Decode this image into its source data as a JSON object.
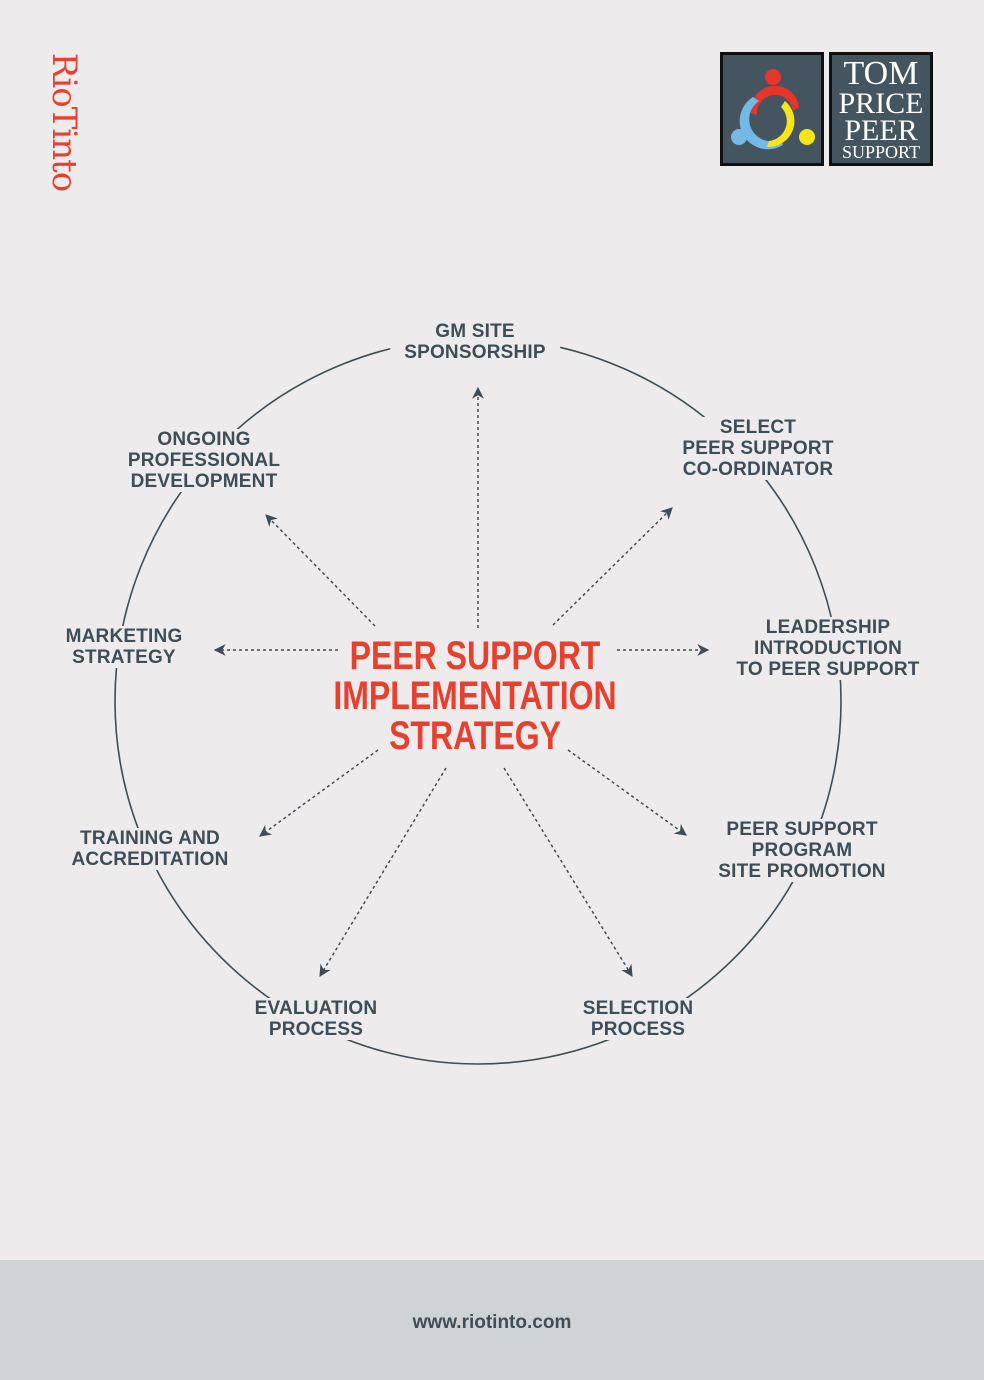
{
  "brand": {
    "name": "RioTinto",
    "color": "#e8402f"
  },
  "logo": {
    "lines": [
      "TOM",
      "PRICE",
      "PEER",
      "SUPPORT"
    ]
  },
  "center": {
    "lines": [
      "PEER SUPPORT",
      "IMPLEMENTATION",
      "STRATEGY"
    ]
  },
  "nodes": [
    {
      "id": "gm",
      "lines": [
        "GM SITE",
        "SPONSORSHIP"
      ]
    },
    {
      "id": "select",
      "lines": [
        "SELECT",
        "PEER SUPPORT",
        "CO-ORDINATOR"
      ]
    },
    {
      "id": "leadership",
      "lines": [
        "LEADERSHIP",
        "INTRODUCTION",
        "TO PEER SUPPORT"
      ]
    },
    {
      "id": "promotion",
      "lines": [
        "PEER SUPPORT",
        "PROGRAM",
        "SITE PROMOTION"
      ]
    },
    {
      "id": "selection",
      "lines": [
        "SELECTION",
        "PROCESS"
      ]
    },
    {
      "id": "evaluation",
      "lines": [
        "EVALUATION",
        "PROCESS"
      ]
    },
    {
      "id": "training",
      "lines": [
        "TRAINING AND",
        "ACCREDITATION"
      ]
    },
    {
      "id": "marketing",
      "lines": [
        "MARKETING",
        "STRATEGY"
      ]
    },
    {
      "id": "ongoing",
      "lines": [
        "ONGOING",
        "PROFESSIONAL",
        "DEVELOPMENT"
      ]
    }
  ],
  "footer": {
    "url": "www.riotinto.com"
  }
}
